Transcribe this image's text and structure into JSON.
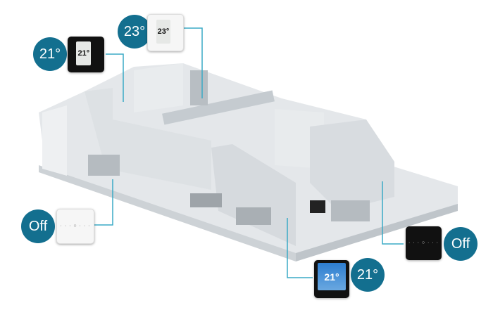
{
  "zones": [
    {
      "id": "zone-top-left",
      "badge": "21°",
      "display": "21°",
      "style": "black"
    },
    {
      "id": "zone-top",
      "badge": "23°",
      "display": "23°",
      "style": "white"
    },
    {
      "id": "zone-left",
      "badge": "Off",
      "display": "· · ·  ○  · · ·",
      "style": "white"
    },
    {
      "id": "zone-right",
      "badge": "Off",
      "display": "· · ·  ○  · · ·",
      "style": "black"
    },
    {
      "id": "zone-bottom",
      "badge": "21°",
      "display": "21°",
      "style": "black-color"
    }
  ],
  "colors": {
    "badge": "#136f8f",
    "connector": "#3aaac6"
  }
}
